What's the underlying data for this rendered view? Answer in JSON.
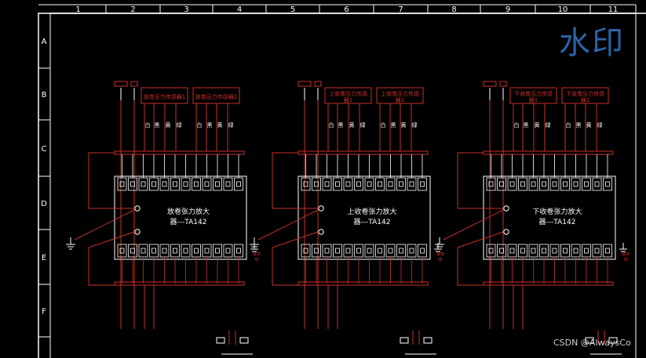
{
  "border": {
    "columns": [
      "1",
      "2",
      "3",
      "4",
      "5",
      "6",
      "7",
      "8",
      "9",
      "10",
      "11"
    ],
    "rows": [
      "A",
      "B",
      "C",
      "D",
      "E",
      "F"
    ]
  },
  "watermark": "水印",
  "footer_credit": "CSDN @AlwaysCo",
  "modules": [
    {
      "amp_line1": "放卷张力放大",
      "amp_line2": "器---TA142",
      "sensor1": [
        "放卷压力传感器1"
      ],
      "sensor2": [
        "放卷压力传感器2"
      ],
      "wires": [
        "白",
        "黑",
        "黄",
        "绿"
      ],
      "ground_label": [
        "接地",
        "线"
      ]
    },
    {
      "amp_line1": "上收卷张力放大",
      "amp_line2": "器---TA142",
      "sensor1": [
        "上收卷压力传感",
        "器1"
      ],
      "sensor2": [
        "上收卷压力传感",
        "器2"
      ],
      "wires": [
        "白",
        "黑",
        "黄",
        "绿"
      ],
      "ground_label": [
        "接地",
        "线"
      ]
    },
    {
      "amp_line1": "下收卷张力放大",
      "amp_line2": "器---TA142",
      "sensor1": [
        "下收卷压力传感",
        "器1"
      ],
      "sensor2": [
        "下收卷压力传感",
        "器2"
      ],
      "wires": [
        "白",
        "黑",
        "黄",
        "绿"
      ],
      "ground_label": [
        "接地",
        "线"
      ]
    }
  ],
  "colors": {
    "background": "#000000",
    "frame": "#ffffff",
    "wire": "#c8302a",
    "watermark": "#2b63a8"
  }
}
